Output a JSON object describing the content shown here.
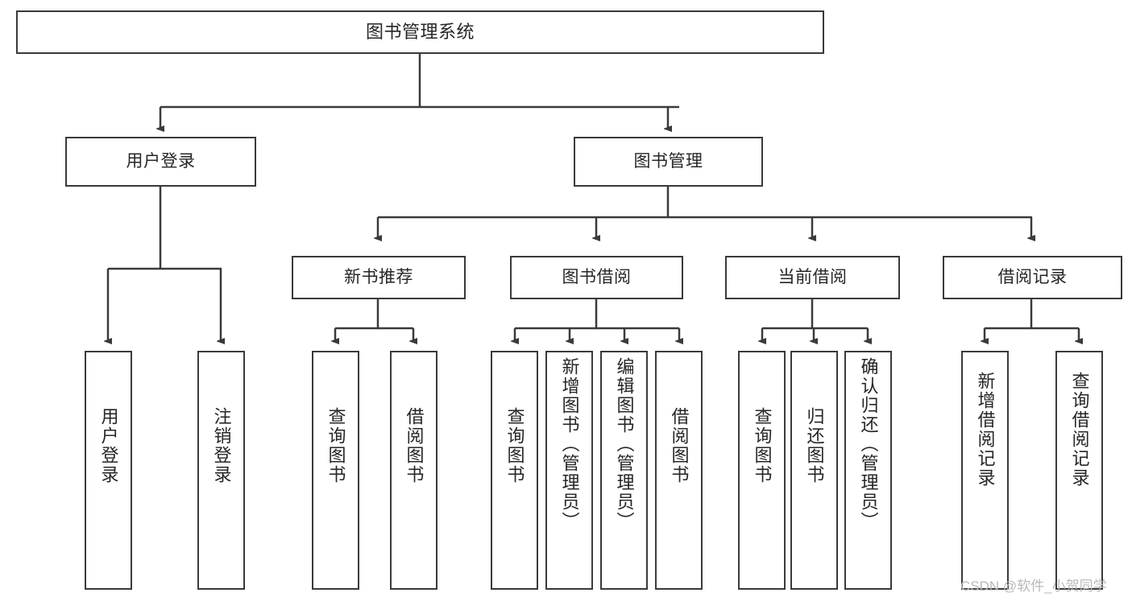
{
  "diagram": {
    "title": "图书管理系统",
    "type": "tree",
    "style": {
      "stroke": "#3a3a3a",
      "fill": "#ffffff",
      "text": "#262626",
      "watermark_color": "#b9b9b9"
    },
    "levels": {
      "root": {
        "label": "图书管理系统"
      },
      "level2": [
        {
          "id": "user-login",
          "label": "用户登录"
        },
        {
          "id": "book-manage",
          "label": "图书管理"
        }
      ],
      "level3": [
        {
          "id": "new-book-recommend",
          "label": "新书推荐"
        },
        {
          "id": "book-borrow",
          "label": "图书借阅"
        },
        {
          "id": "current-borrow",
          "label": "当前借阅"
        },
        {
          "id": "borrow-record",
          "label": "借阅记录"
        }
      ],
      "leaves": [
        {
          "id": "leaf-user-login",
          "label": "用户登录",
          "parent": "user-login"
        },
        {
          "id": "leaf-logout",
          "label": "注销登录",
          "parent": "user-login"
        },
        {
          "id": "leaf-query-book-1",
          "label": "查询图书",
          "parent": "new-book-recommend"
        },
        {
          "id": "leaf-borrow-book-1",
          "label": "借阅图书",
          "parent": "new-book-recommend"
        },
        {
          "id": "leaf-query-book-2",
          "label": "查询图书",
          "parent": "book-borrow"
        },
        {
          "id": "leaf-add-book",
          "label": "新增图书（管理员）",
          "parent": "book-borrow"
        },
        {
          "id": "leaf-edit-book",
          "label": "编辑图书（管理员）",
          "parent": "book-borrow"
        },
        {
          "id": "leaf-borrow-book-2",
          "label": "借阅图书",
          "parent": "book-borrow"
        },
        {
          "id": "leaf-query-book-3",
          "label": "查询图书",
          "parent": "current-borrow"
        },
        {
          "id": "leaf-return-book",
          "label": "归还图书",
          "parent": "current-borrow"
        },
        {
          "id": "leaf-confirm-return",
          "label": "确认归还（管理员）",
          "parent": "current-borrow"
        },
        {
          "id": "leaf-add-record",
          "label": "新增借阅记录",
          "parent": "borrow-record"
        },
        {
          "id": "leaf-query-record",
          "label": "查询借阅记录",
          "parent": "borrow-record"
        }
      ]
    }
  },
  "watermark": {
    "text": "CSDN @软件_小贺同学"
  }
}
